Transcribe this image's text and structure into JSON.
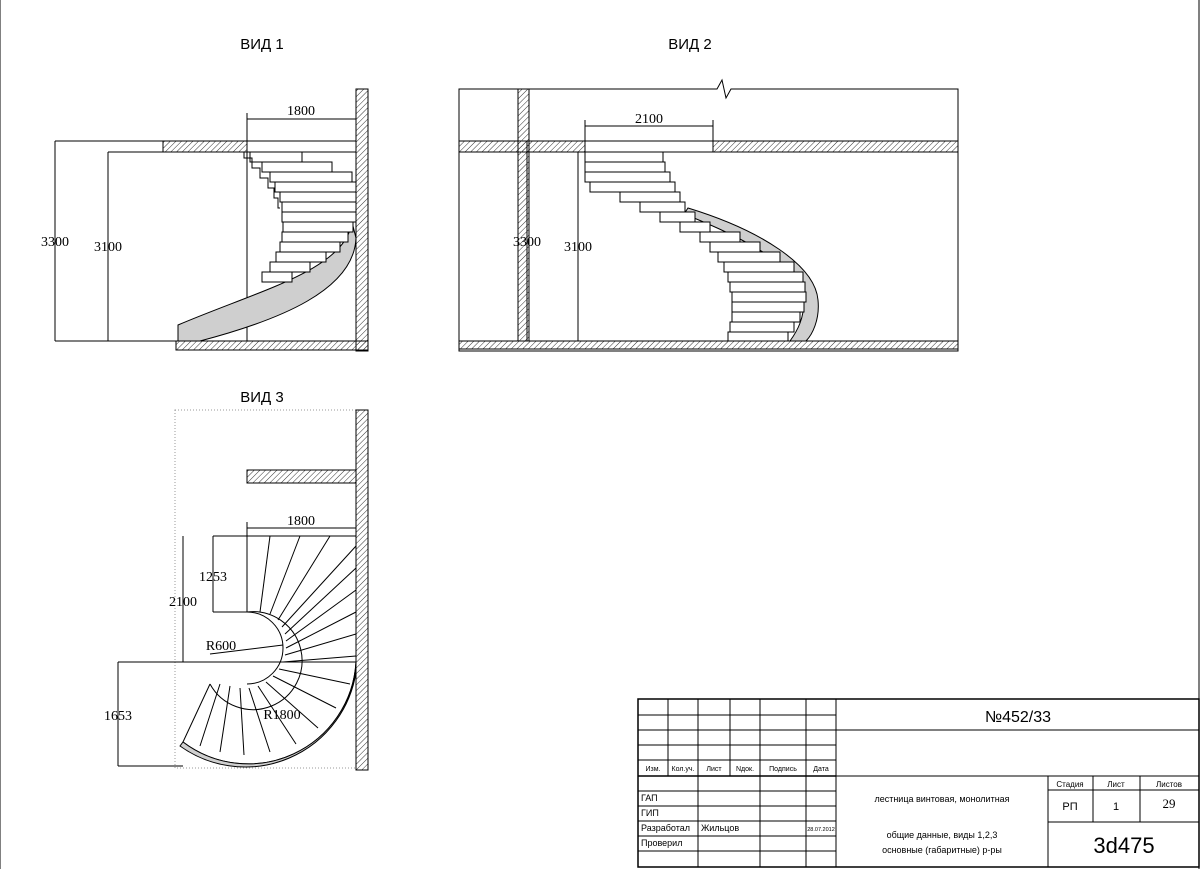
{
  "views": {
    "view1_title": "ВИД 1",
    "view2_title": "ВИД 2",
    "view3_title": "ВИД 3"
  },
  "dimensions": {
    "v1_width": "1800",
    "v1_height_total": "3300",
    "v1_height_floor": "3100",
    "v2_width": "2100",
    "v2_height_total": "3300",
    "v2_height_floor": "3100",
    "v3_width": "1800",
    "v3_offset_1": "1253",
    "v3_offset_2": "2100",
    "v3_inner_radius": "R600",
    "v3_outer_radius": "R1800",
    "v3_offset_3": "1653"
  },
  "title_block": {
    "project_number": "№452/33",
    "col_headers": [
      "Изм.",
      "Кол.уч.",
      "Лист",
      "Nдок.",
      "Подпись",
      "Дата"
    ],
    "roles": [
      "ГАП",
      "ГИП",
      "Разработал",
      "Проверил"
    ],
    "developer": "Жильцов",
    "date": "28.07.2012",
    "description": "лестница винтовая, монолитная",
    "sheet_title_line1": "общие данные, виды 1,2,3",
    "sheet_title_line2": "основные (габаритные) р-ры",
    "stage_label": "Стадия",
    "sheet_label": "Лист",
    "sheets_label": "Листов",
    "stage_value": "РП",
    "sheet_value": "1",
    "sheets_value": "29",
    "code": "3d475"
  }
}
